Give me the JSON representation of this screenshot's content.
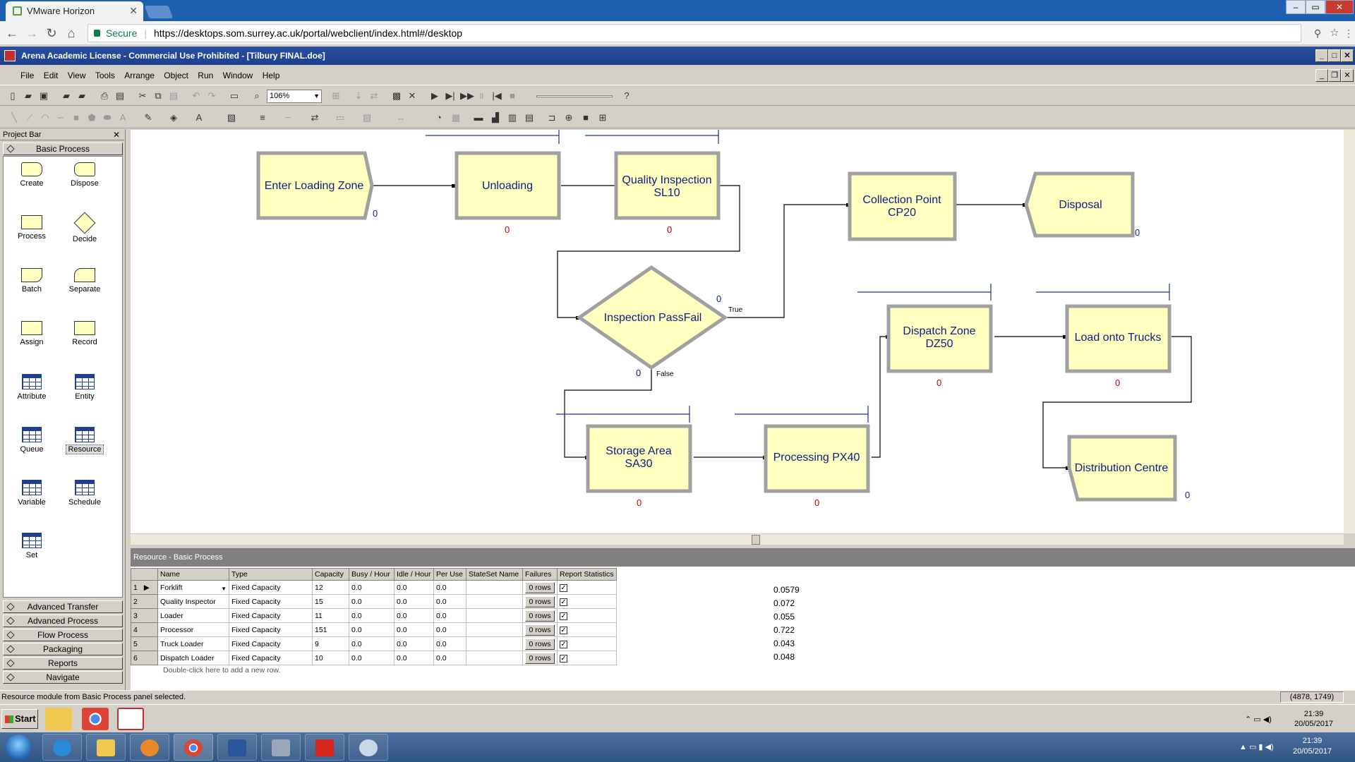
{
  "browser": {
    "tab_title": "VMware Horizon",
    "secure_label": "Secure",
    "url": "https://desktops.som.surrey.ac.uk/portal/webclient/index.html#/desktop"
  },
  "arena": {
    "window_title": "Arena Academic License - Commercial Use Prohibited - [Tilbury FINAL.doe]",
    "menu": [
      "File",
      "Edit",
      "View",
      "Tools",
      "Arrange",
      "Object",
      "Run",
      "Window",
      "Help"
    ],
    "zoom": "106%"
  },
  "project_bar": {
    "title": "Project Bar",
    "active_panel": "Basic Process",
    "modules": [
      {
        "label": "Create",
        "icon": "create-icon"
      },
      {
        "label": "Dispose",
        "icon": "dispose-icon"
      },
      {
        "label": "Process",
        "icon": "process-icon"
      },
      {
        "label": "Decide",
        "icon": "decide-icon"
      },
      {
        "label": "Batch",
        "icon": "batch-icon"
      },
      {
        "label": "Separate",
        "icon": "separate-icon"
      },
      {
        "label": "Assign",
        "icon": "assign-icon"
      },
      {
        "label": "Record",
        "icon": "record-icon"
      },
      {
        "label": "Attribute",
        "icon": "table-icon"
      },
      {
        "label": "Entity",
        "icon": "table-icon"
      },
      {
        "label": "Queue",
        "icon": "table-icon"
      },
      {
        "label": "Resource",
        "icon": "table-icon"
      },
      {
        "label": "Variable",
        "icon": "table-icon"
      },
      {
        "label": "Schedule",
        "icon": "table-icon"
      },
      {
        "label": "Set",
        "icon": "table-icon"
      }
    ],
    "other_panels": [
      "Advanced Transfer",
      "Advanced Process",
      "Flow Process",
      "Packaging",
      "Reports",
      "Navigate"
    ]
  },
  "flowchart": {
    "modules": [
      {
        "label": "Enter Loading Zone",
        "counter": "0"
      },
      {
        "label": "Unloading",
        "counter": "0"
      },
      {
        "label": "Quality Inspection SL10",
        "counter": "0"
      },
      {
        "label": "Collection Point CP20"
      },
      {
        "label": "Disposal",
        "counter": "0"
      },
      {
        "label": "Inspection PassFail",
        "counter_true": "0",
        "counter_false": "0"
      },
      {
        "label": "Dispatch Zone DZ50",
        "counter": "0"
      },
      {
        "label": "Load onto Trucks",
        "counter": "0"
      },
      {
        "label": "Storage Area SA30",
        "counter": "0"
      },
      {
        "label": "Processing PX40",
        "counter": "0"
      },
      {
        "label": "Distribution Centre",
        "counter": "0"
      }
    ],
    "branch_true": "True",
    "branch_false": "False"
  },
  "spreadsheet": {
    "title": "Resource - Basic Process",
    "columns": [
      "Name",
      "Type",
      "Capacity",
      "Busy / Hour",
      "Idle / Hour",
      "Per Use",
      "StateSet Name",
      "Failures",
      "Report Statistics"
    ],
    "rows": [
      {
        "num": "1",
        "name": "Forklift",
        "type": "Fixed Capacity",
        "capacity": "12",
        "busy": "0.0",
        "idle": "0.0",
        "per_use": "0.0",
        "stateset": "",
        "failures": "0 rows",
        "report": true
      },
      {
        "num": "2",
        "name": "Quality Inspector",
        "type": "Fixed Capacity",
        "capacity": "15",
        "busy": "0.0",
        "idle": "0.0",
        "per_use": "0.0",
        "stateset": "",
        "failures": "0 rows",
        "report": true
      },
      {
        "num": "3",
        "name": "Loader",
        "type": "Fixed Capacity",
        "capacity": "11",
        "busy": "0.0",
        "idle": "0.0",
        "per_use": "0.0",
        "stateset": "",
        "failures": "0 rows",
        "report": true
      },
      {
        "num": "4",
        "name": "Processor",
        "type": "Fixed Capacity",
        "capacity": "151",
        "busy": "0.0",
        "idle": "0.0",
        "per_use": "0.0",
        "stateset": "",
        "failures": "0 rows",
        "report": true
      },
      {
        "num": "5",
        "name": "Truck Loader",
        "type": "Fixed Capacity",
        "capacity": "9",
        "busy": "0.0",
        "idle": "0.0",
        "per_use": "0.0",
        "stateset": "",
        "failures": "0 rows",
        "report": true
      },
      {
        "num": "6",
        "name": "Dispatch Loader",
        "type": "Fixed Capacity",
        "capacity": "10",
        "busy": "0.0",
        "idle": "0.0",
        "per_use": "0.0",
        "stateset": "",
        "failures": "0 rows",
        "report": true
      }
    ],
    "add_row_hint": "Double-click here to add a new row.",
    "side_values": [
      "0.0579",
      "0.072",
      "0.055",
      "0.722",
      "0.043",
      "0.048"
    ]
  },
  "status": {
    "message": "Resource module from Basic Process panel selected.",
    "coords": "(4878, 1749)"
  },
  "vm_taskbar": {
    "start_label": "Start",
    "time": "21:39",
    "date": "20/05/2017"
  },
  "win_taskbar": {
    "time": "21:39",
    "date": "20/05/2017"
  },
  "colors": {
    "module_fill": "#ffffc0",
    "module_border": "#a0a0a0",
    "connector": "#000000",
    "queue": "#20308c",
    "counter": "#c00000"
  }
}
